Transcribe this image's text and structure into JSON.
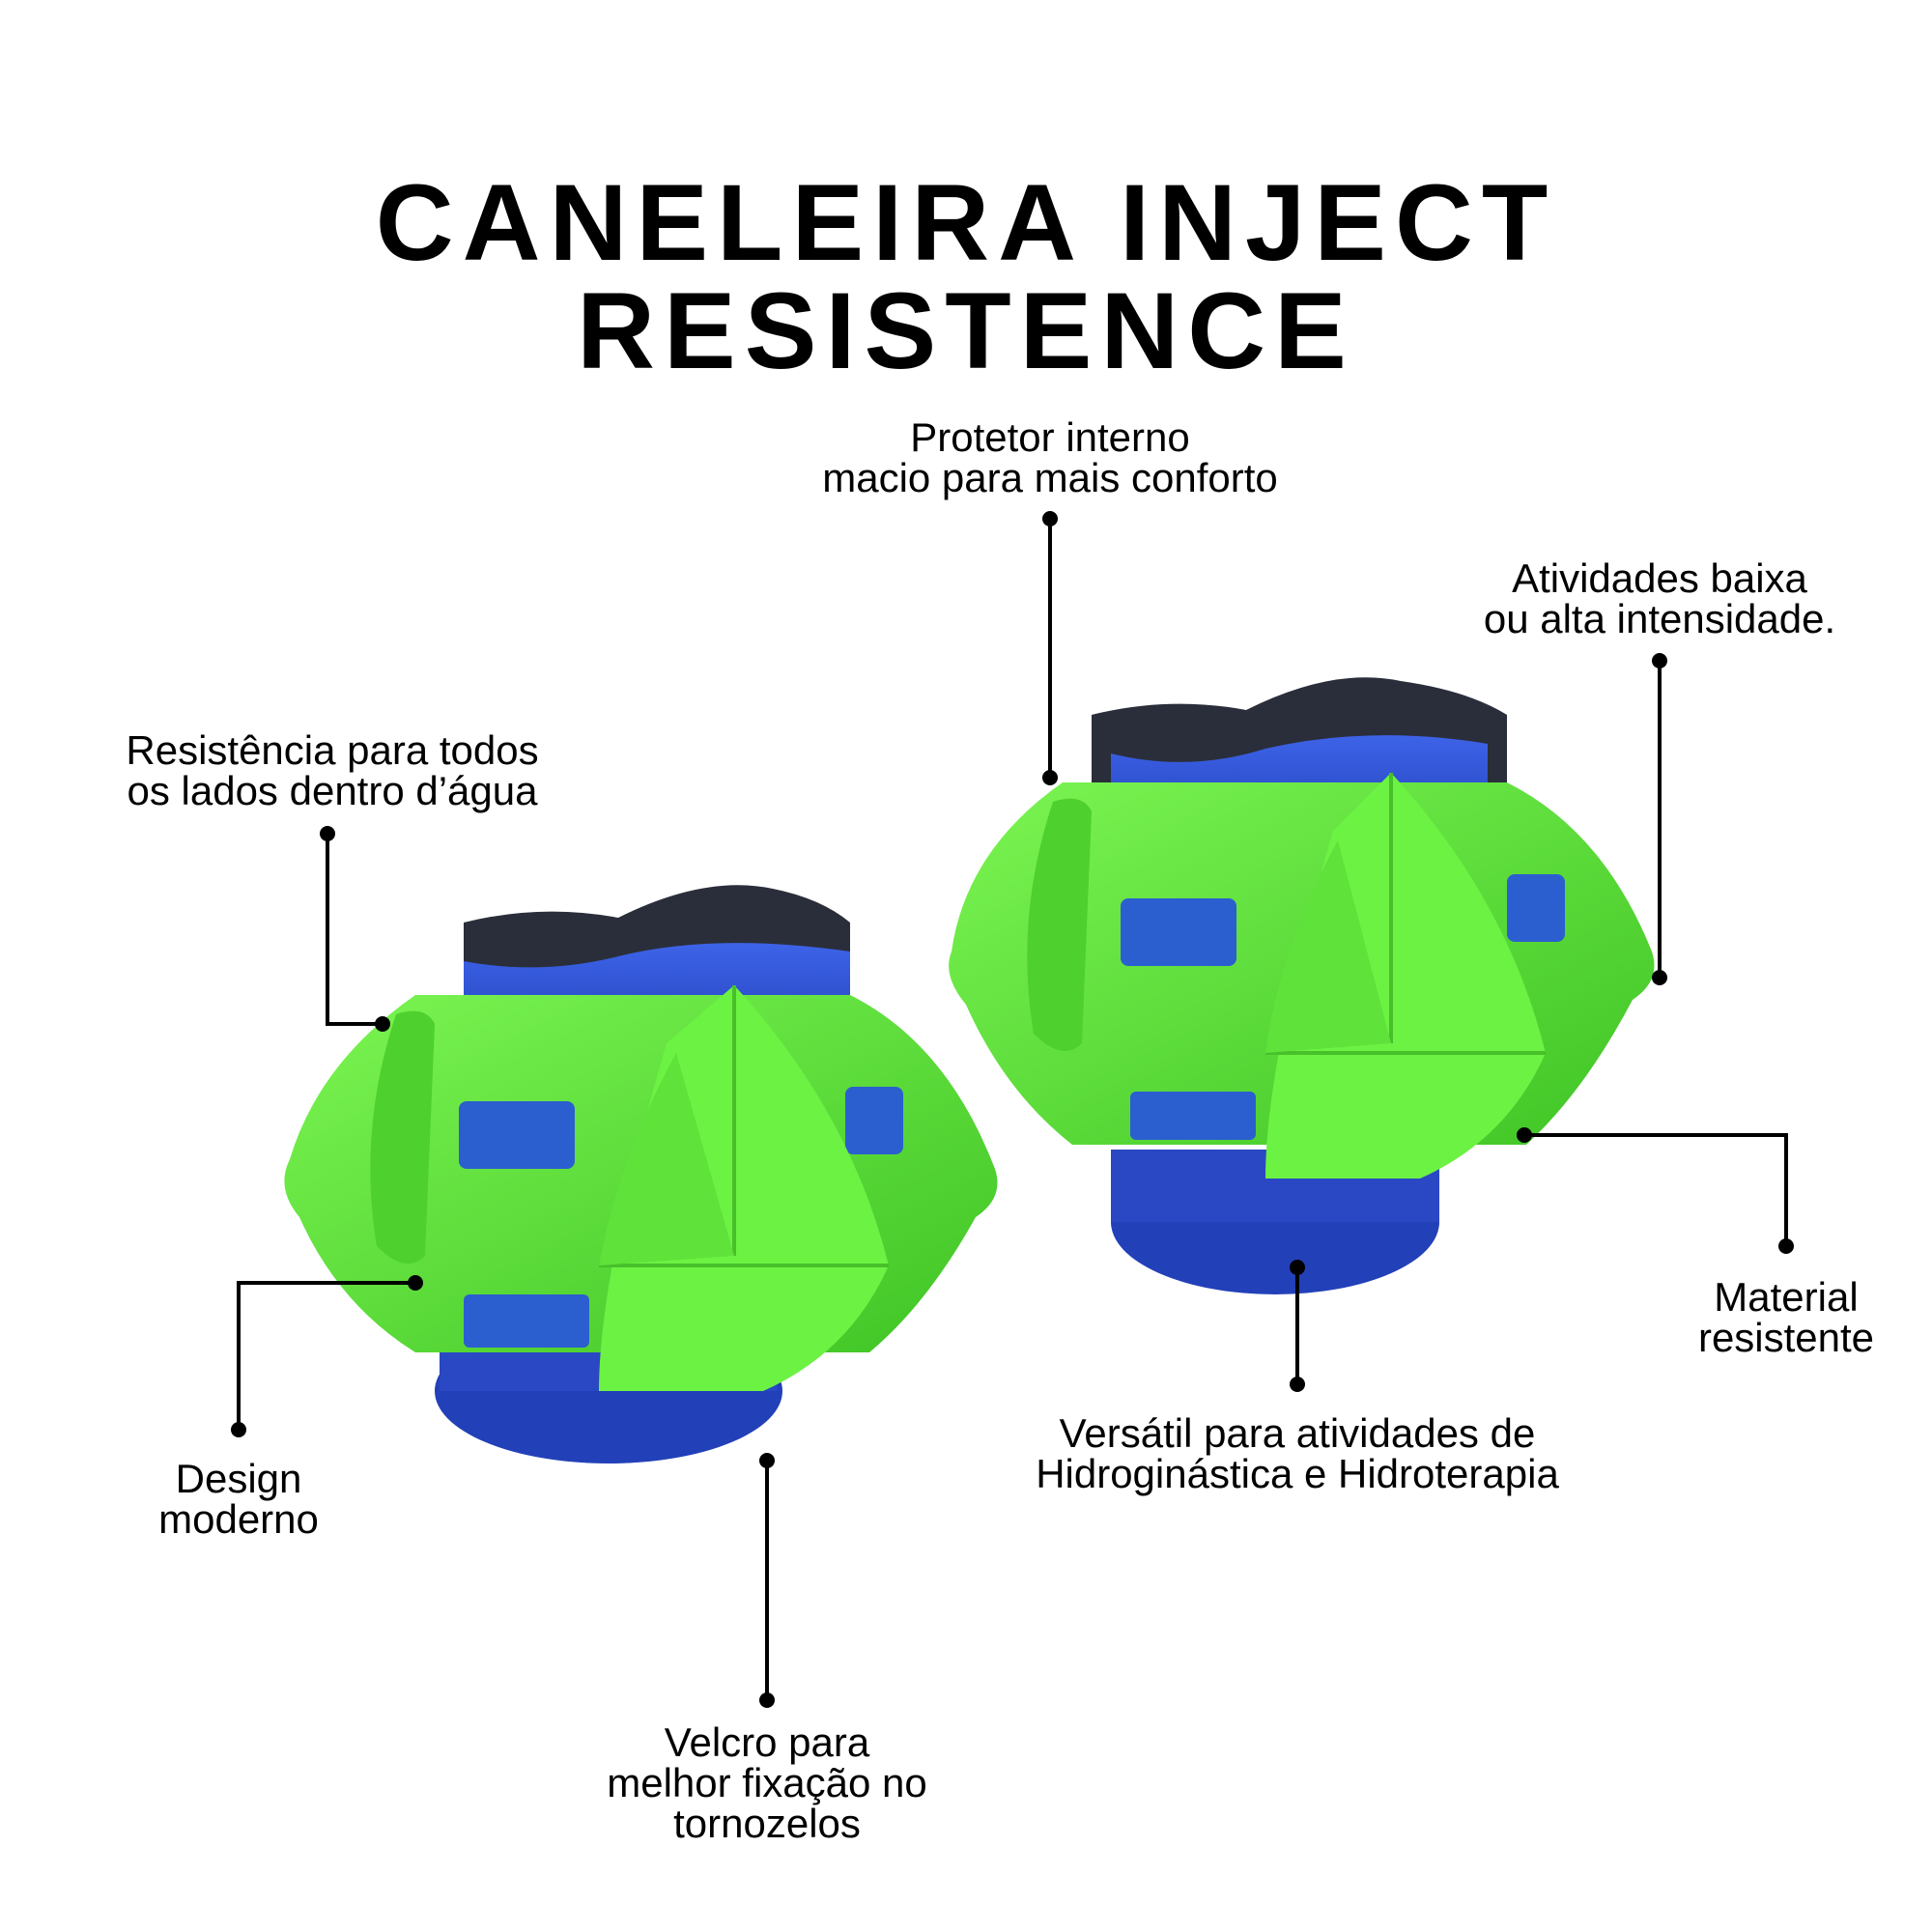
{
  "title": "CANELEIRA INJECT RESISTENCE",
  "colors": {
    "foam_green": "#5ee83a",
    "foam_green_dark": "#3fc425",
    "neoprene_blue": "#2d4fd0",
    "neoprene_dark": "#2a2e3a",
    "callout_line": "#000000"
  },
  "callouts": {
    "protetor": {
      "line1": "Protetor interno",
      "line2": "macio para mais conforto"
    },
    "atividades": {
      "line1": "Atividades baixa",
      "line2": "ou alta intensidade."
    },
    "resistencia": {
      "line1": "Resistência para todos",
      "line2": "os lados dentro d’água"
    },
    "design": {
      "line1": "Design",
      "line2": "moderno"
    },
    "material": {
      "line1": "Material",
      "line2": "resistente"
    },
    "versatil": {
      "line1": "Versátil para atividades de",
      "line2": "Hidroginástica e Hidroterapia"
    },
    "velcro": {
      "line1": "Velcro para",
      "line2": "melhor fixação no",
      "line3": "tornozelos"
    }
  }
}
